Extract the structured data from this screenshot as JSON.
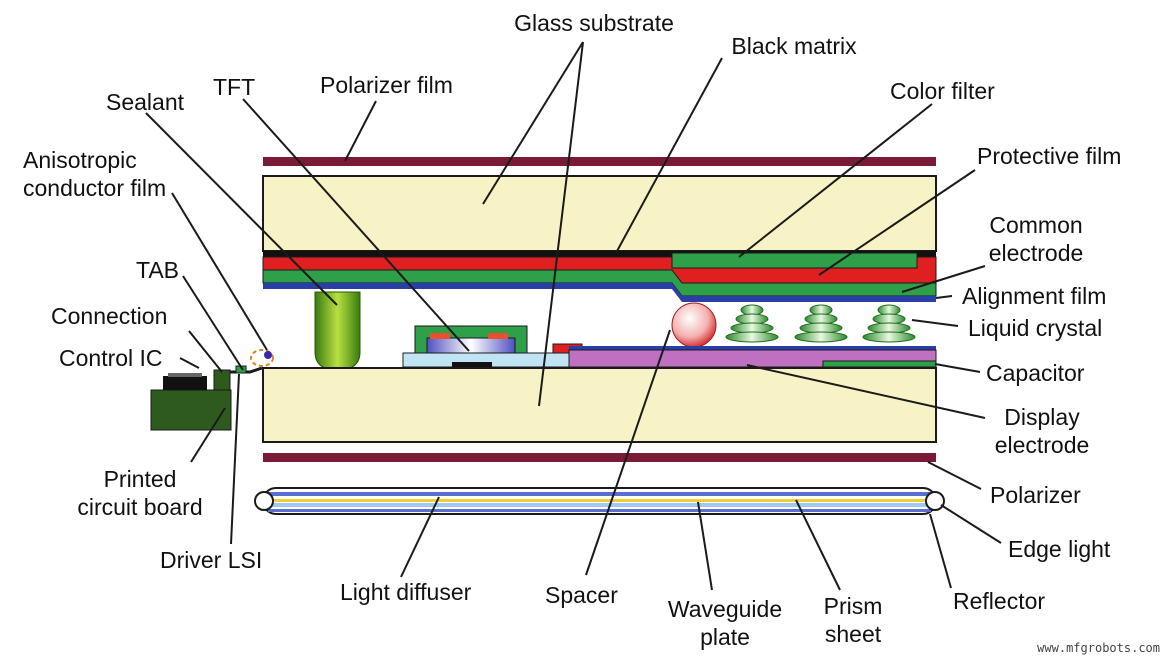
{
  "labels": {
    "glass_substrate": "Glass substrate",
    "black_matrix": "Black matrix",
    "tft": "TFT",
    "polarizer_film": "Polarizer film",
    "color_filter": "Color filter",
    "sealant": "Sealant",
    "protective_film": "Protective film",
    "anisotropic_conductor_film_1": "Anisotropic",
    "anisotropic_conductor_film_2": "conductor film",
    "common_electrode_1": "Common",
    "common_electrode_2": "electrode",
    "tab": "TAB",
    "alignment_film": "Alignment film",
    "connection": "Connection",
    "liquid_crystal": "Liquid crystal",
    "control_ic": "Control IC",
    "capacitor": "Capacitor",
    "display_electrode_1": "Display",
    "display_electrode_2": "electrode",
    "printed_circuit_board_1": "Printed",
    "printed_circuit_board_2": "circuit board",
    "polarizer": "Polarizer",
    "edge_light": "Edge light",
    "driver_lsi": "Driver LSI",
    "light_diffuser": "Light diffuser",
    "spacer": "Spacer",
    "waveguide_plate_1": "Waveguide",
    "waveguide_plate_2": "plate",
    "prism_sheet_1": "Prism",
    "prism_sheet_2": "sheet",
    "reflector": "Reflector"
  },
  "watermark": "www.mfgrobots.com",
  "colors": {
    "glass": "#f8f3c6",
    "polarizer": "#7a1a34",
    "red_filter": "#e02020",
    "green_film": "#2ea04a",
    "blue_line": "#2a3ea8",
    "black": "#111111",
    "pcb": "#2f5a1e",
    "capacitor": "#c070c0",
    "backlight_blue": "#5a6fd0",
    "backlight_yellow": "#f0d030"
  }
}
